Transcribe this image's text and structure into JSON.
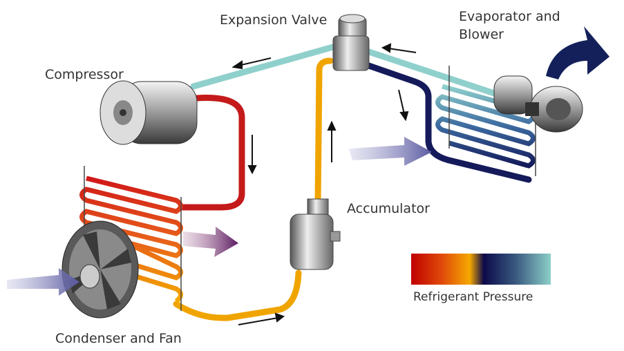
{
  "labels": {
    "expansion_valve": "Expansion Valve",
    "evaporator_line1": "Evaporator and",
    "evaporator_line2": "Blower",
    "compressor": "Compressor",
    "accumulator": "Accumulator",
    "condenser": "Condenser and Fan"
  },
  "legend": {
    "title": "Refrigerant Pressure",
    "gradient_colors": [
      "#c00000",
      "#e04a0a",
      "#f5a800",
      "#0c0a4a",
      "#3a5a80",
      "#8ccfc8"
    ]
  },
  "colors": {
    "high_pressure_hot": "#c41a1a",
    "high_pressure_liquid": "#f0a400",
    "low_pressure_liquid": "#141a5a",
    "low_pressure_gas": "#8fd0cc",
    "airflow": "#6a6aa8"
  }
}
